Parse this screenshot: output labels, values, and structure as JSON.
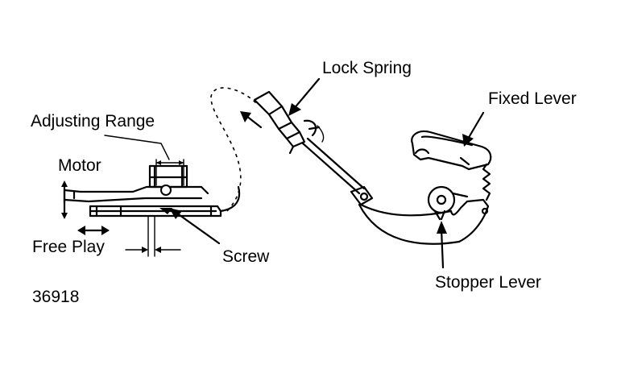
{
  "labels": {
    "lock_spring": "Lock Spring",
    "fixed_lever": "Fixed Lever",
    "adjusting_range": "Adjusting Range",
    "motor": "Motor",
    "free_play": "Free Play",
    "screw": "Screw",
    "stopper_lever": "Stopper Lever",
    "figure_number": "36918"
  },
  "colors": {
    "ink": "#000000",
    "background": "#ffffff"
  }
}
